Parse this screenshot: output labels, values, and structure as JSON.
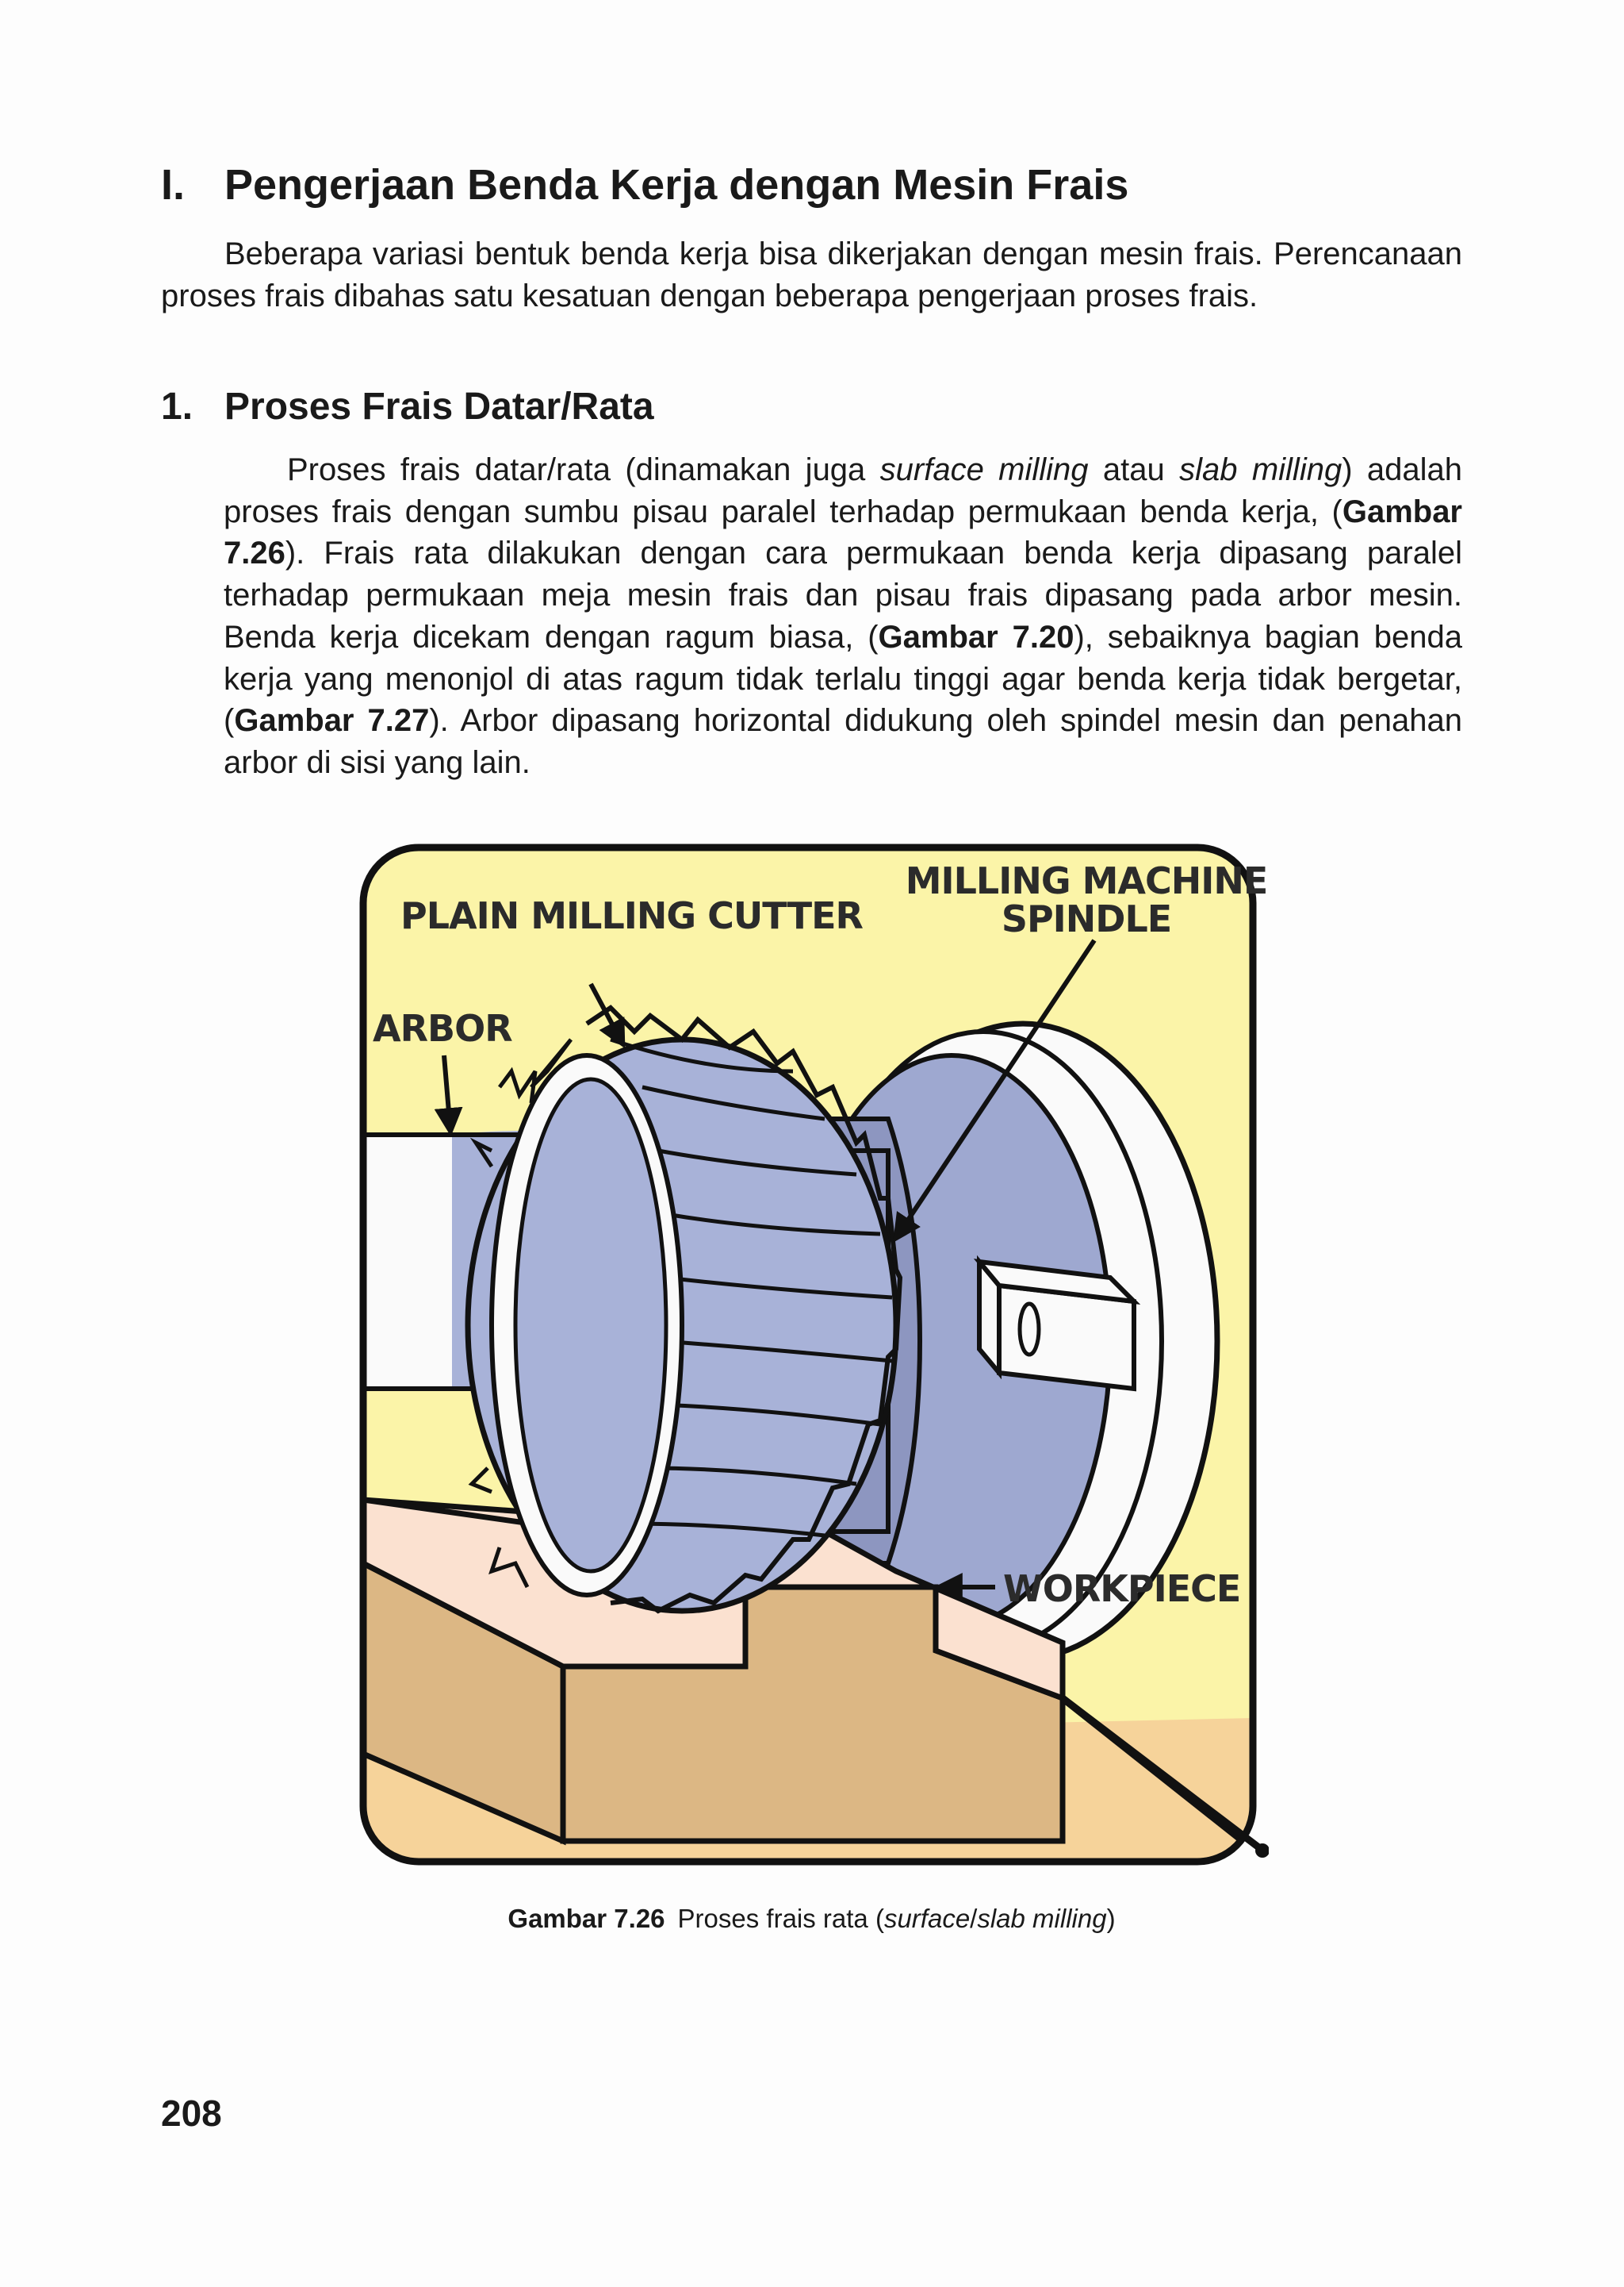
{
  "section": {
    "number": "I.",
    "title": "Pengerjaan Benda Kerja dengan Mesin Frais"
  },
  "intro": "Beberapa variasi bentuk benda kerja bisa dikerjakan dengan mesin frais. Perencanaan proses frais dibahas satu kesatuan dengan beberapa pengerjaan proses frais.",
  "subsection": {
    "number": "1.",
    "title": "Proses Frais Datar/Rata"
  },
  "paragraph": {
    "p1": "Proses frais datar/rata (dinamakan juga ",
    "em1": "surface milling",
    "p2": " atau ",
    "em2": "slab milling",
    "p3": ") adalah proses frais dengan sumbu pisau paralel terhadap permukaan benda kerja, (",
    "ref1": "Gambar 7.26",
    "p4": "). Frais rata dilakukan dengan cara permukaan benda kerja dipasang paralel terhadap permukaan meja mesin frais dan pisau frais dipasang pada arbor mesin. Benda kerja dicekam dengan ragum biasa, (",
    "ref2": "Gambar 7.20",
    "p5": "), sebaiknya bagian benda kerja yang menonjol di atas ragum tidak terlalu tinggi agar benda kerja tidak bergetar, (",
    "ref3": "Gambar 7.27",
    "p6": "). Arbor dipasang horizontal didukung oleh spindel mesin dan penahan arbor di sisi yang lain."
  },
  "figure": {
    "labels": {
      "cutter": "PLAIN MILLING CUTTER",
      "arbor": "ARBOR",
      "spindle_line1": "MILLING MACHINE",
      "spindle_line2": "SPINDLE",
      "workpiece": "WORKPIECE"
    },
    "colors": {
      "background": "#fbf4a8",
      "cutter": "#a8b2d8",
      "spindle_face": "#9ea8d0",
      "workpiece_top": "#fbe1d0",
      "workpiece_side": "#dcb784",
      "outline": "#111111"
    }
  },
  "caption": {
    "label": "Gambar 7.26",
    "text1": "Proses frais rata (",
    "em": "surface",
    "text2": "/",
    "em2": "slab milling",
    "text3": ")"
  },
  "page_number": "208"
}
